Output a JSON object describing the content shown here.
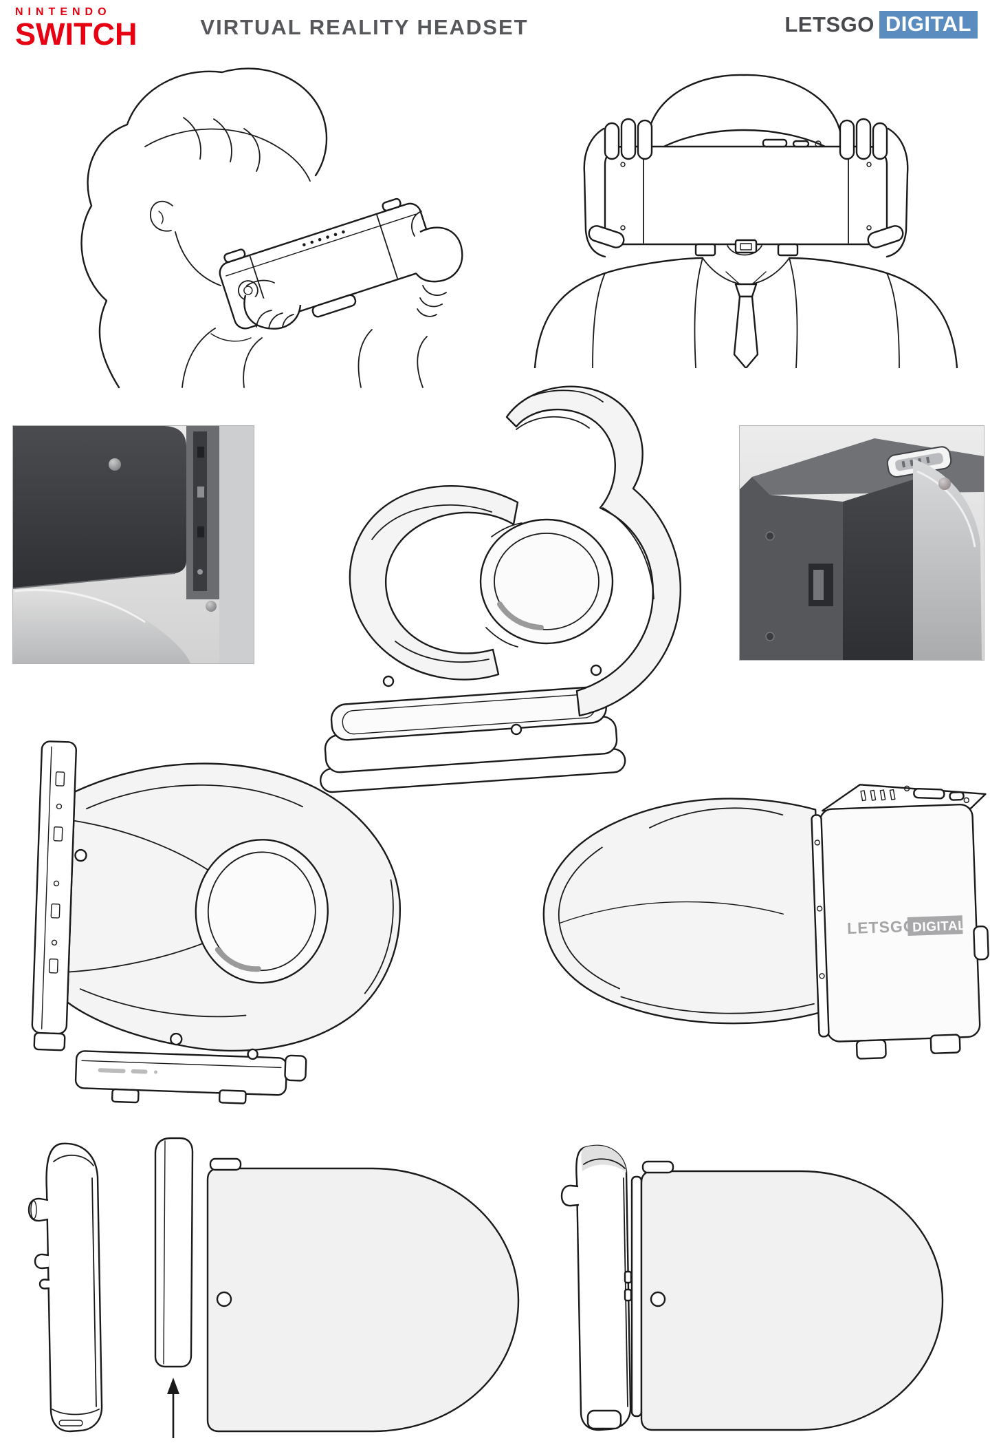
{
  "header": {
    "nintendo_logo": {
      "line1": "NINTENDO",
      "line2": "SWITCH"
    },
    "title": "VIRTUAL REALITY HEADSET",
    "brand": {
      "letsgo": "LETSGO",
      "digital": "DIGITAL"
    }
  },
  "figures": {
    "device_watermark": {
      "letsgo": "LETSGO",
      "digital": "DIGITAL"
    }
  },
  "colors": {
    "nintendo_red": "#e60012",
    "title_gray": "#56575b",
    "brand_text_gray": "#48494d",
    "brand_box_blue": "#5a8cc0",
    "watermark_gray": "#a5a5a7",
    "line_black": "#1a1a1a"
  }
}
